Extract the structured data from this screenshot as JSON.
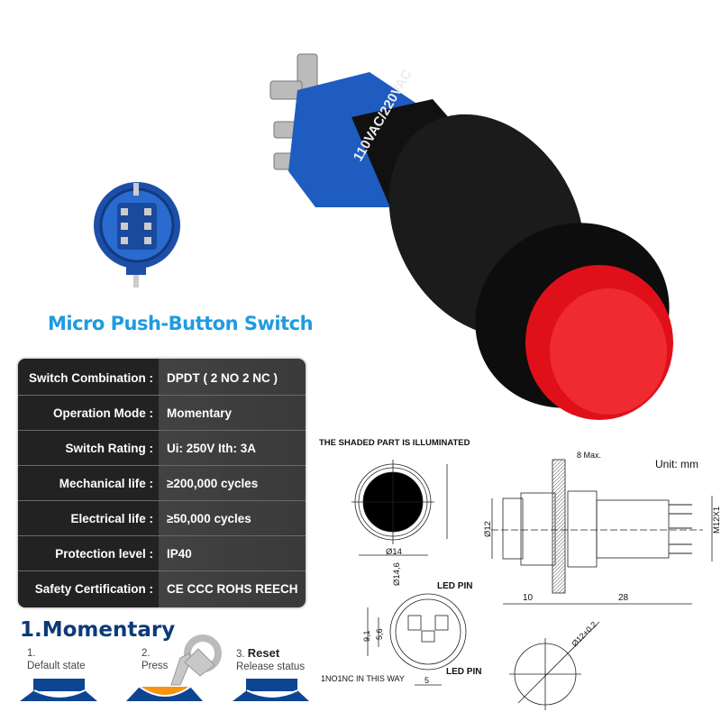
{
  "title": "Micro Push-Button Switch",
  "product_print": "110VAC/220VAC",
  "specs": [
    {
      "label": "Switch Combination :",
      "value": "DPDT ( 2 NO 2 NC )"
    },
    {
      "label": "Operation Mode :",
      "value": "Momentary"
    },
    {
      "label": "Switch Rating :",
      "value": "Ui: 250V  Ith: 3A"
    },
    {
      "label": "Mechanical life :",
      "value": "≥200,000 cycles"
    },
    {
      "label": "Electrical life :",
      "value": "≥50,000 cycles"
    },
    {
      "label": "Protection level :",
      "value": "IP40"
    },
    {
      "label": "Safety Certification :",
      "value": "CE  CCC ROHS REECH"
    }
  ],
  "momentary": {
    "title": "1.Momentary",
    "steps": [
      {
        "num": "1.",
        "label": "Default state"
      },
      {
        "num": "2.",
        "label": "Press"
      },
      {
        "num": "3.",
        "heading": "Reset",
        "label": "Release status"
      }
    ]
  },
  "drawing": {
    "shaded_note": "THE SHADED PART IS ILLUMINATED",
    "unit": "Unit: mm",
    "dia_146": "Ø14,6",
    "dia_14": "Ø14",
    "dia_12": "Ø12",
    "max8": "8 Max.",
    "thread": "M12X1",
    "len10": "10",
    "len28": "28",
    "led_pin_top": "LED PIN",
    "led_pin_bottom": "LED PIN",
    "dim91": "9,1",
    "dim56": "5,6",
    "dim5": "5",
    "nonc_note": "1NO1NC IN THIS WAY",
    "cutout": "Ø12+0.2"
  },
  "colors": {
    "accent": "#1e9be2",
    "navy": "#0d3a78",
    "orange": "#f7930f",
    "red": "#e0101a"
  }
}
